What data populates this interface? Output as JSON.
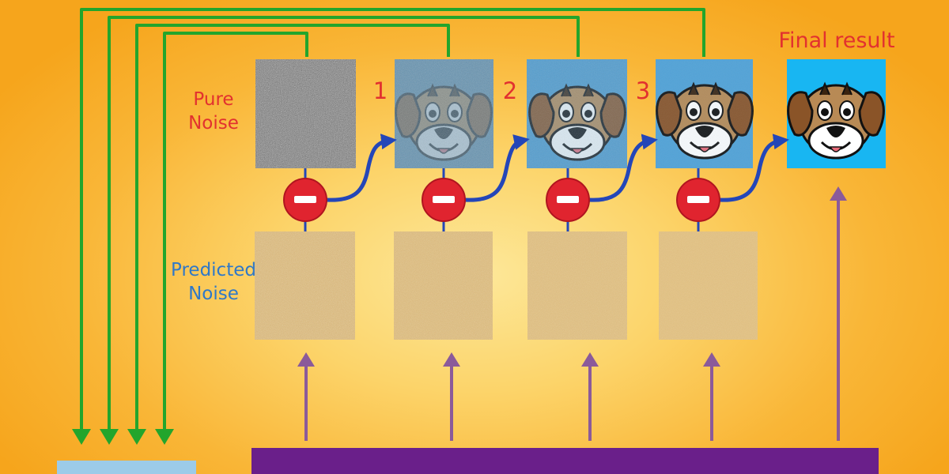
{
  "labels": {
    "pure_noise_1": "Pure",
    "pure_noise_2": "Noise",
    "predicted_noise_1": "Predicted",
    "predicted_noise_2": "Noise",
    "final_result": "Final result"
  },
  "steps": [
    "1",
    "2",
    "3"
  ],
  "operator_symbol": "−",
  "colors": {
    "background": "#f9b637",
    "feedback_arrows": "#23a52c",
    "flow_arrows": "#2446b8",
    "model_arrows": "#8b5a9a",
    "subtract_node": "#e0242f",
    "model_bar": "#6a1f8a",
    "left_box": "#9ccbe8",
    "label_red": "#e2312f",
    "label_blue": "#2f78c8",
    "final_bg": "#18b6f2"
  }
}
